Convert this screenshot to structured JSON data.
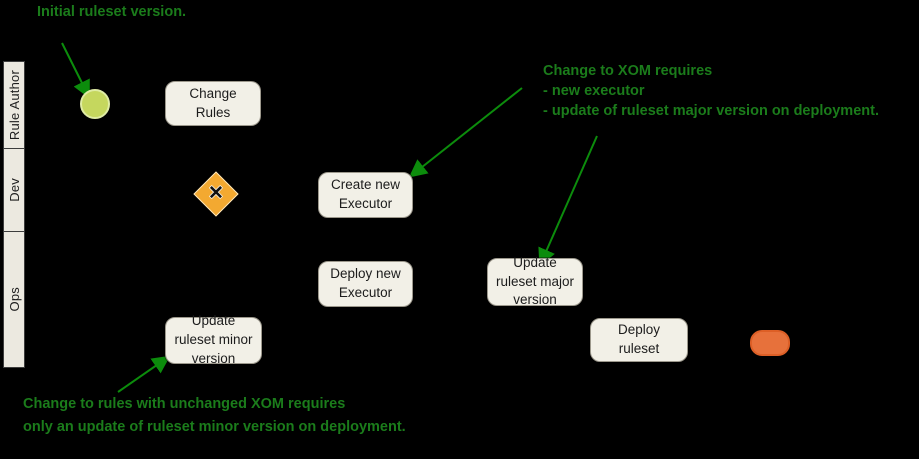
{
  "lanes": [
    {
      "label": "Rule Author"
    },
    {
      "label": "Dev"
    },
    {
      "label": "Ops"
    }
  ],
  "tasks": [
    {
      "label": "Change Rules"
    },
    {
      "label": "Create new Executor"
    },
    {
      "label": "Deploy new Executor"
    },
    {
      "label": "Update ruleset major version"
    },
    {
      "label": "Update ruleset minor version"
    },
    {
      "label": "Deploy ruleset"
    }
  ],
  "gateway": {
    "symbol": "✕"
  },
  "annotations": {
    "initial": "Initial ruleset version.",
    "xom": [
      "Change to XOM requires",
      "- new executor",
      "- update of ruleset major version on deployment."
    ],
    "minor": [
      "Change to rules with unchanged XOM requires",
      "only an update of ruleset minor version on deployment."
    ]
  },
  "colors": {
    "background": "#000000",
    "annotation_green": "#1b7c1b",
    "arrow_green": "#0c8c0c",
    "task_fill": "#f2f0e7",
    "lane_fill": "#ece9e0",
    "start_fill": "#c5d75e",
    "gateway_fill": "#f3a931",
    "end_fill": "#e7713b"
  }
}
